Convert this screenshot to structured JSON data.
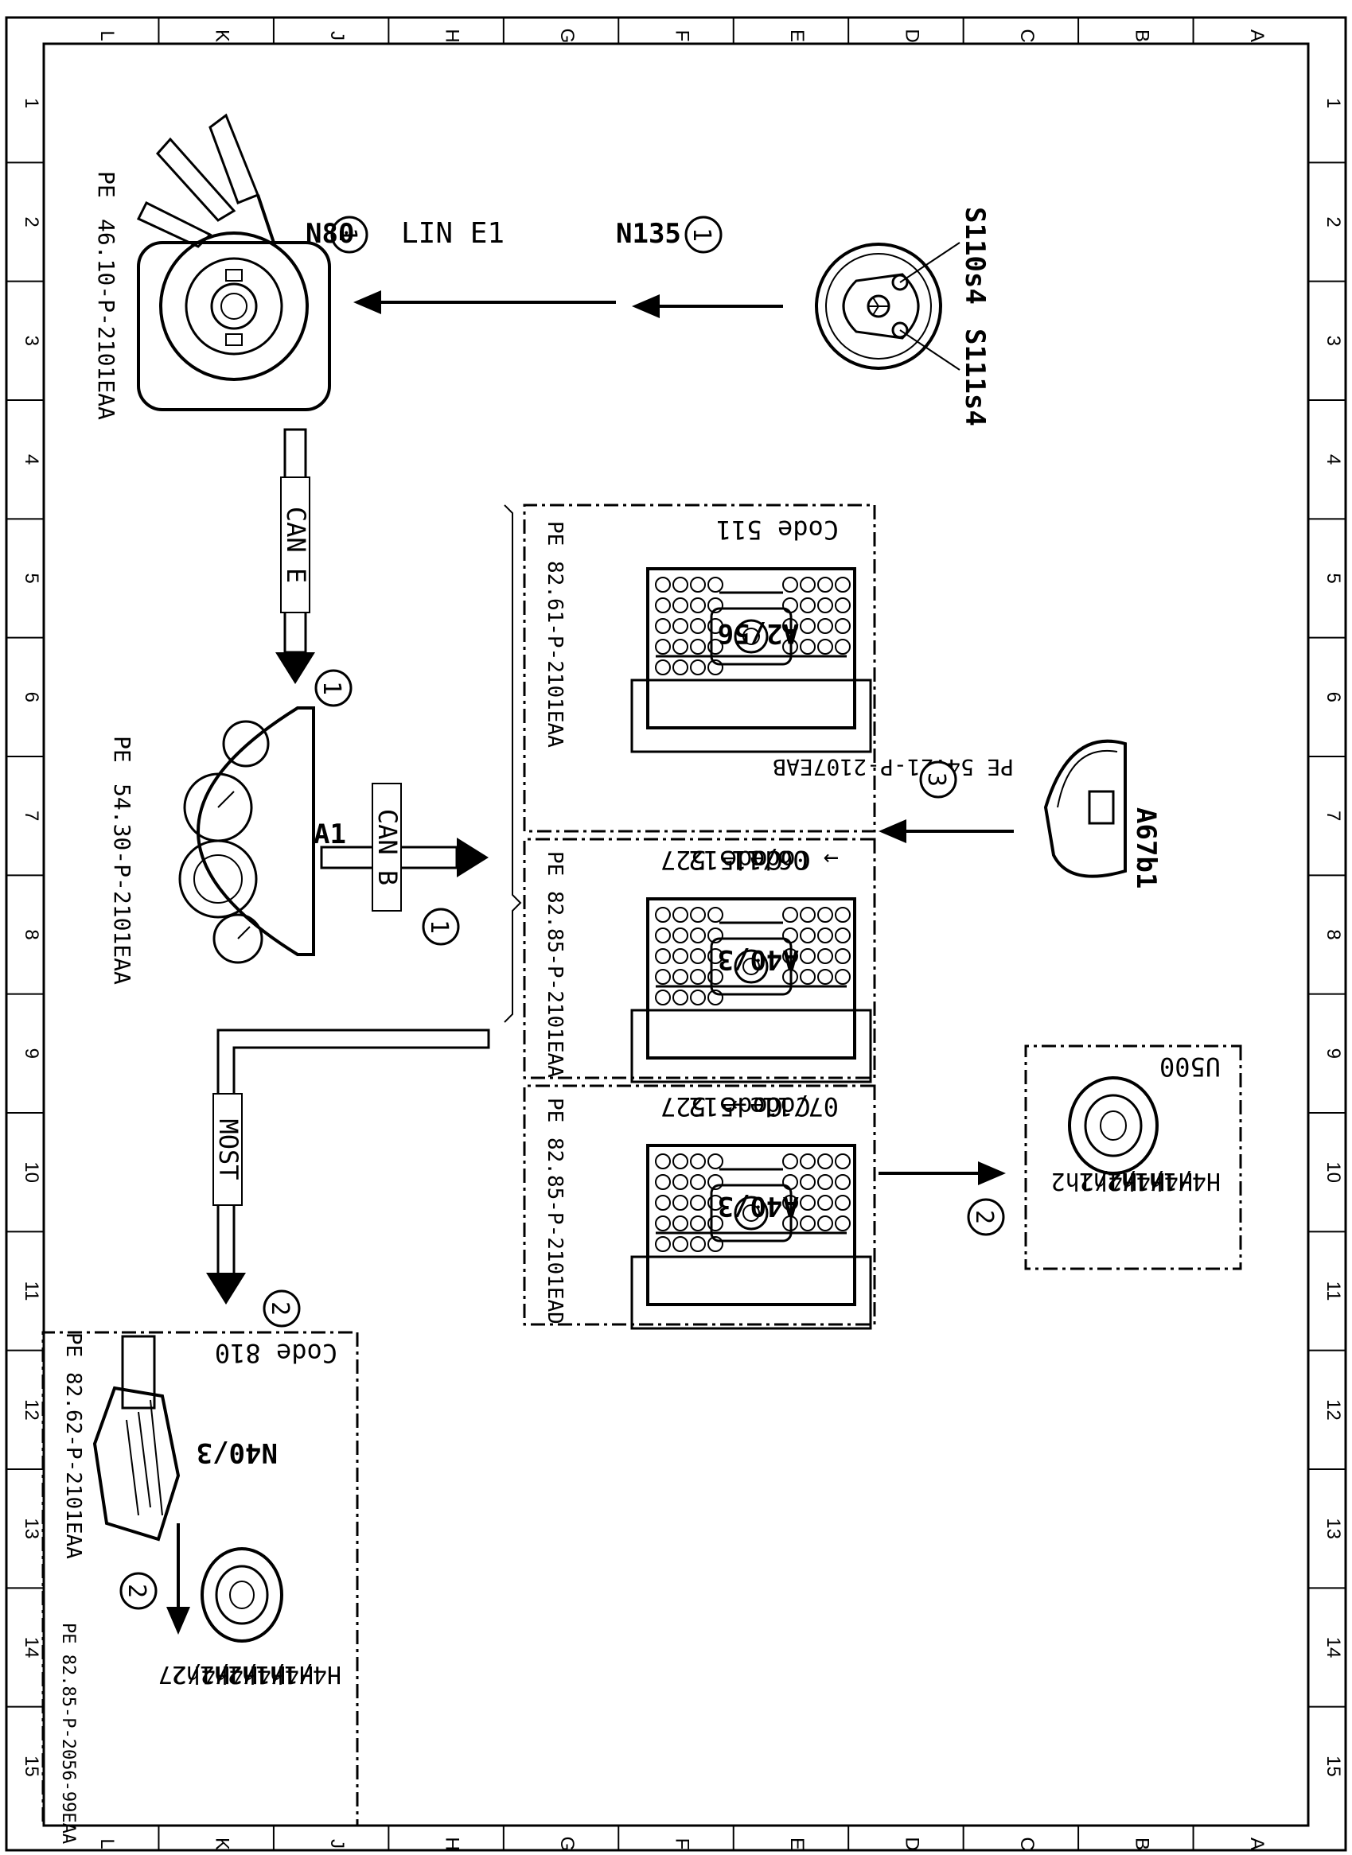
{
  "grid": {
    "letters": [
      "L",
      "K",
      "J",
      "H",
      "G",
      "F",
      "E",
      "D",
      "C",
      "B",
      "A"
    ],
    "numbers": [
      "1",
      "2",
      "3",
      "4",
      "5",
      "6",
      "7",
      "8",
      "9",
      "10",
      "11",
      "12",
      "13",
      "14",
      "15"
    ]
  },
  "doc_number": "PE 82.85-P-2056-99EAA",
  "reference_prefix": "PE",
  "components": {
    "n80": {
      "label": "N80",
      "ref": "46.10-P-2101EAA"
    },
    "n135": {
      "label": "N135"
    },
    "s110s4": {
      "label": "S110s4"
    },
    "s111s4": {
      "label": "S111s4"
    },
    "a1": {
      "label": "A1",
      "ref": "54.30-P-2101EAA"
    },
    "a2_56": {
      "label": "A2/56",
      "code": "Code 511",
      "ref": "82.61-P-2101EAA"
    },
    "a40_3_early": {
      "label": "A40/3",
      "date": "→ 06/11",
      "codes": [
        "Code 512",
        "Code 527"
      ],
      "ref": "82.85-P-2101EAA"
    },
    "a40_3_late": {
      "label": "A40/3",
      "date": "07/11 →",
      "codes": [
        "Code 512",
        "Code 527"
      ],
      "ref": "82.85-P-2101EAD"
    },
    "a67b1": {
      "label": "A67b1",
      "ref": "54.21-P-2107EAB"
    },
    "u500": {
      "label": "U500",
      "items": [
        "H4/1h1",
        "H4/1h2",
        "H4/2h1",
        "H4/2h2"
      ]
    },
    "n40_3": {
      "label": "N40/3",
      "code": "Code 810",
      "ref": "82.62-P-2101EAA",
      "speakers": [
        "H4/1h1",
        "H4/1h2",
        "H4/2h1",
        "H4/2h2",
        "H4/27"
      ]
    }
  },
  "connections": {
    "lin_e1": "LIN E1",
    "can_e": "CAN E",
    "can_b": "CAN B",
    "most": "MOST"
  },
  "markers": [
    "1",
    "2",
    "3"
  ]
}
